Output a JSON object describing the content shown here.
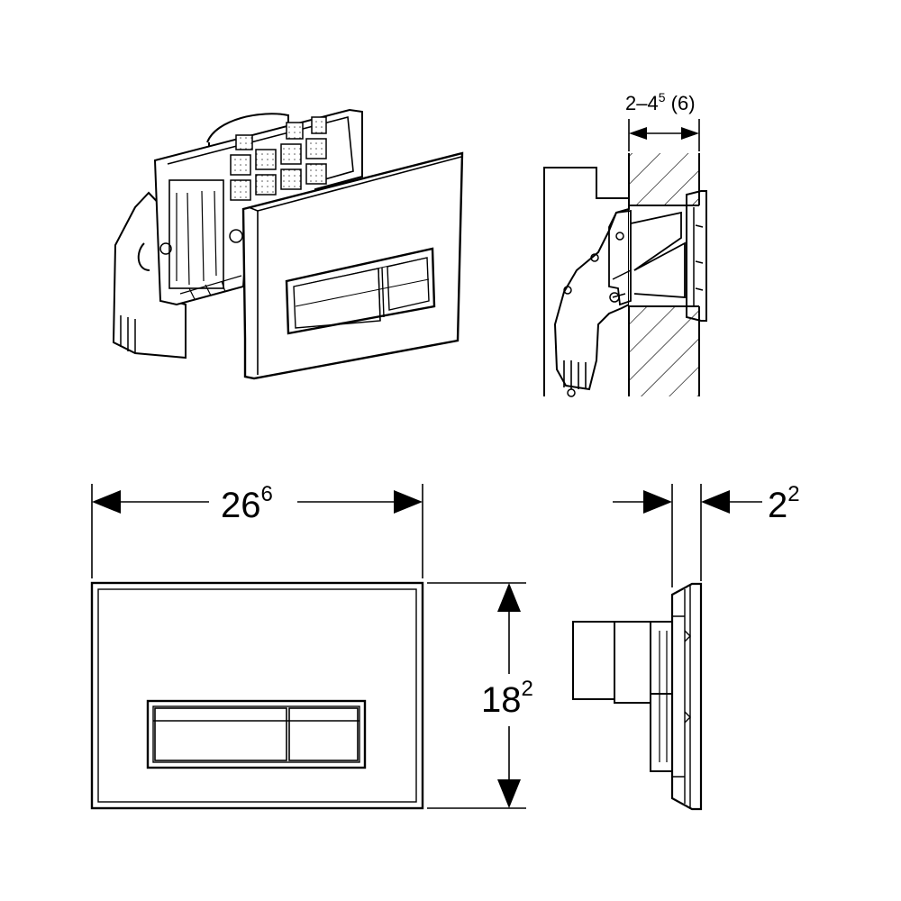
{
  "labels": {
    "wall_range_main": "2–4",
    "wall_range_sup": "5",
    "wall_range_paren": " (6)",
    "width_main": "26",
    "width_sup": "6",
    "height_main": "18",
    "height_sup": "2",
    "depth_main": "2",
    "depth_sup": "2"
  },
  "colors": {
    "line": "#000000",
    "background": "#ffffff",
    "hatch": "#000000"
  }
}
